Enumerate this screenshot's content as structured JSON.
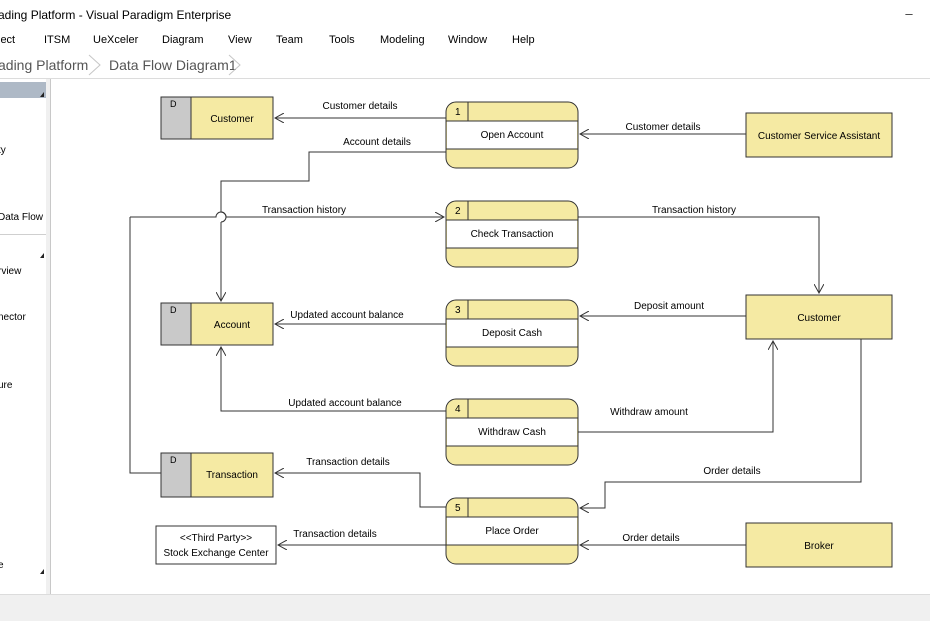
{
  "window": {
    "title": "rading Platform - Visual Paradigm Enterprise",
    "minimize_glyph": "–"
  },
  "menu": [
    "ject",
    "ITSM",
    "UeXceler",
    "Diagram",
    "View",
    "Team",
    "Tools",
    "Modeling",
    "Window",
    "Help"
  ],
  "breadcrumb": [
    "ading Platform",
    "Data Flow Diagram1"
  ],
  "left_panel": [
    "ty",
    "Data Flow",
    "rview",
    "nector",
    "ure",
    "e"
  ],
  "diagram": {
    "data_stores": [
      {
        "id": "D",
        "label": "Customer"
      },
      {
        "id": "D",
        "label": "Account"
      },
      {
        "id": "D",
        "label": "Transaction"
      }
    ],
    "processes": [
      {
        "id": "1",
        "label": "Open Account"
      },
      {
        "id": "2",
        "label": "Check Transaction"
      },
      {
        "id": "3",
        "label": "Deposit Cash"
      },
      {
        "id": "4",
        "label": "Withdraw Cash"
      },
      {
        "id": "5",
        "label": "Place Order"
      }
    ],
    "entities": [
      {
        "label": "Customer Service Assistant"
      },
      {
        "label": "Customer"
      },
      {
        "label": "Broker"
      },
      {
        "label_line1": "<<Third Party>>",
        "label_line2": "Stock Exchange Center"
      }
    ],
    "flows": [
      "Customer details",
      "Account details",
      "Customer details",
      "Transaction history",
      "Transaction history",
      "Updated account balance",
      "Deposit amount",
      "Updated account balance",
      "Withdraw amount",
      "Transaction details",
      "Order details",
      "Transaction details",
      "Order details"
    ]
  },
  "colors": {
    "shape_fill": "#f5eaa3",
    "store_id_fill": "#c9c9c9",
    "line": "#333333",
    "panel_header": "#aeb9c6"
  }
}
